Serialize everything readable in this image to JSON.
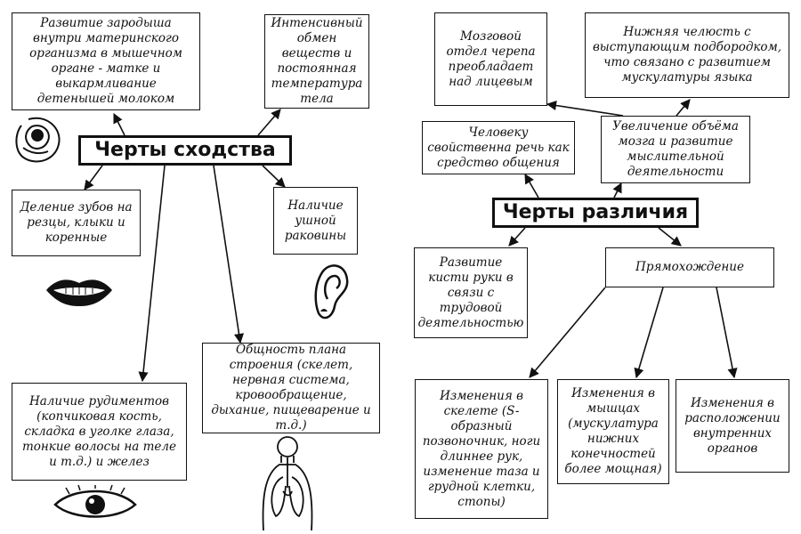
{
  "similarities": {
    "title": "Черты сходства",
    "embryo": "Развитие зародыша внутри материнского организма в мышечном органе - матке и выкармливание детенышей молоком",
    "metabolism": "Интенсивный обмен веществ и постоянная температура тела",
    "teeth": "Деление зубов на резцы, клыки и коренные",
    "ear": "Наличие ушной раковины",
    "rudiments": "Наличие рудиментов (копчиковая кость, складка в уголке глаза, тонкие волосы на теле и т.д.) и желез",
    "body_plan": "Общность плана строения (скелет, нервная система, кровообращение, дыхание, пищеварение и т.д.)"
  },
  "differences": {
    "title": "Черты различия",
    "skull": "Мозговой отдел черепа преобладает над лицевым",
    "jaw": "Нижняя челюсть с выступающим подбородком, что связано с развитием мускулатуры языка",
    "speech": "Человеку свойственна речь как средство общения",
    "brain": "Увеличение объёма мозга и развитие мыслительной деятельности",
    "hand": "Развитие кисти руки в связи с трудовой деятельностью",
    "upright": "Прямохождение",
    "skeleton": "Изменения в скелете (S-образный позвоночник, ноги длиннее рук, изменение таза и грудной клетки, стопы)",
    "muscles": "Изменения в мышцах (мускулатура нижних конечностей более мощная)",
    "organs": "Изменения в расположении внутренних органов"
  },
  "icons": [
    "embryo-icon",
    "lips-icon",
    "ear-icon",
    "eye-icon",
    "anatomy-torso-icon"
  ]
}
